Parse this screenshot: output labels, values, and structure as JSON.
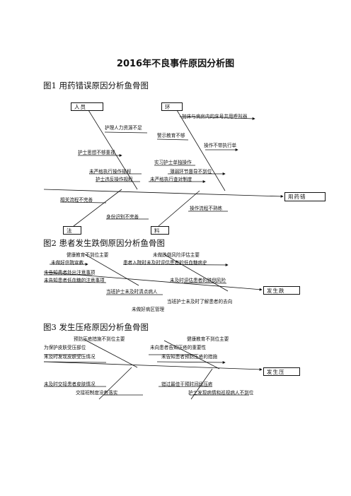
{
  "title": "2016年不良事件原因分析图",
  "figures": [
    {
      "caption": "图1 用药错误原因分析鱼骨图",
      "head": "用药错",
      "categories": [
        "人员",
        "环",
        "法",
        "料"
      ],
      "causes": [
        "加床与病房内的床号共用呼叫器",
        "护理人力资源不足",
        "警示教育不够",
        "操作不带执行单",
        "护士思想不够重视",
        "实习护士单独操作",
        "未严格执行操作规程",
        "薄弱环节督导不到位",
        "护士违反操作规程",
        "未严格执行查对制度",
        "相关流程不完善",
        "操作流程不熟练",
        "身份识别不完善"
      ]
    },
    {
      "caption": "图2 患者发生跌倒原因分析鱼骨图",
      "head": "发生跌",
      "causes": [
        "健康教育不到位主要",
        "未做跌倒风险评估主要",
        "未做好住院宣教",
        "患者入院时未及时评估患者的低血糖病史",
        "未告知患者外出注意事项",
        "未告知患者低血糖的注意事项",
        "未及时评估患者的跌倒风险",
        "当班护士未及时清点病人",
        "当班护士未及时了解患者的去向",
        "未做好病区管理"
      ]
    },
    {
      "caption": "图3 发生压疮原因分析鱼骨图",
      "head": "发生压",
      "causes": [
        "预防压疮措施不到位主要",
        "健康教育不到位主要",
        "为保护皮肤受压部位",
        "未向患者告知压疮的重要性",
        "未及时发现皮肤受压情况",
        "未告知患者预防压疮的措施",
        "未及时交接患者皮肤情况",
        "错过最佳干预时间段压疮",
        "交接班制度没有落实",
        "护士发现病情和巡视病人不到位"
      ]
    }
  ]
}
